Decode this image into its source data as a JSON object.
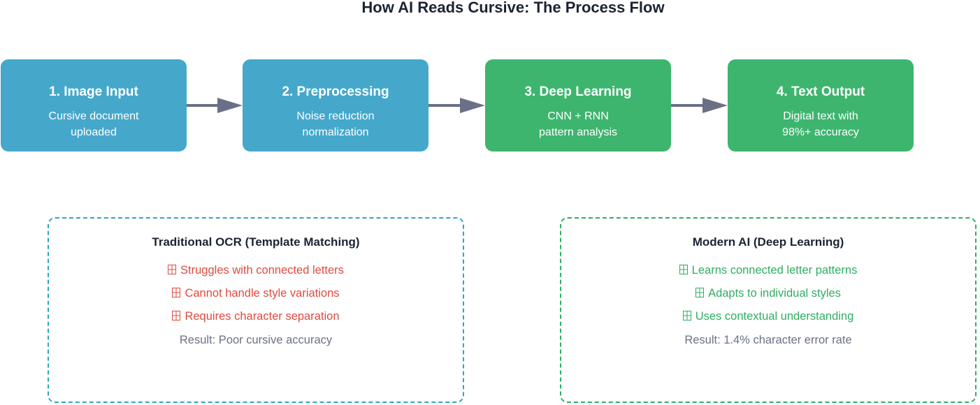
{
  "title": "How AI Reads Cursive: The Process Flow",
  "colors": {
    "title": "#1c2333",
    "step_blue": "#45a8cb",
    "step_green": "#3db56e",
    "arrow": "#6b7086",
    "traditional_border": "#2ea7c4",
    "modern_border": "#2bb064",
    "negative_text": "#e04a3f",
    "positive_text": "#2eae62",
    "result_text": "#6b7086"
  },
  "steps": [
    {
      "title": "1. Image Input",
      "desc_line1": "Cursive document",
      "desc_line2": "uploaded",
      "color": "blue"
    },
    {
      "title": "2. Preprocessing",
      "desc_line1": "Noise reduction",
      "desc_line2": "normalization",
      "color": "blue"
    },
    {
      "title": "3. Deep Learning",
      "desc_line1": "CNN + RNN",
      "desc_line2": "pattern analysis",
      "color": "green"
    },
    {
      "title": "4. Text Output",
      "desc_line1": "Digital text with",
      "desc_line2": "98%+ accuracy",
      "color": "green"
    }
  ],
  "panels": {
    "traditional": {
      "title": "Traditional OCR (Template Matching)",
      "items": [
        "Struggles with connected letters",
        "Cannot handle style variations",
        "Requires character separation"
      ],
      "item_icon": "missing-glyph-icon",
      "result": "Result: Poor cursive accuracy"
    },
    "modern": {
      "title": "Modern AI (Deep Learning)",
      "items": [
        "Learns connected letter patterns",
        "Adapts to individual styles",
        "Uses contextual understanding"
      ],
      "item_icon": "missing-glyph-icon",
      "result": "Result: 1.4% character error rate"
    }
  }
}
